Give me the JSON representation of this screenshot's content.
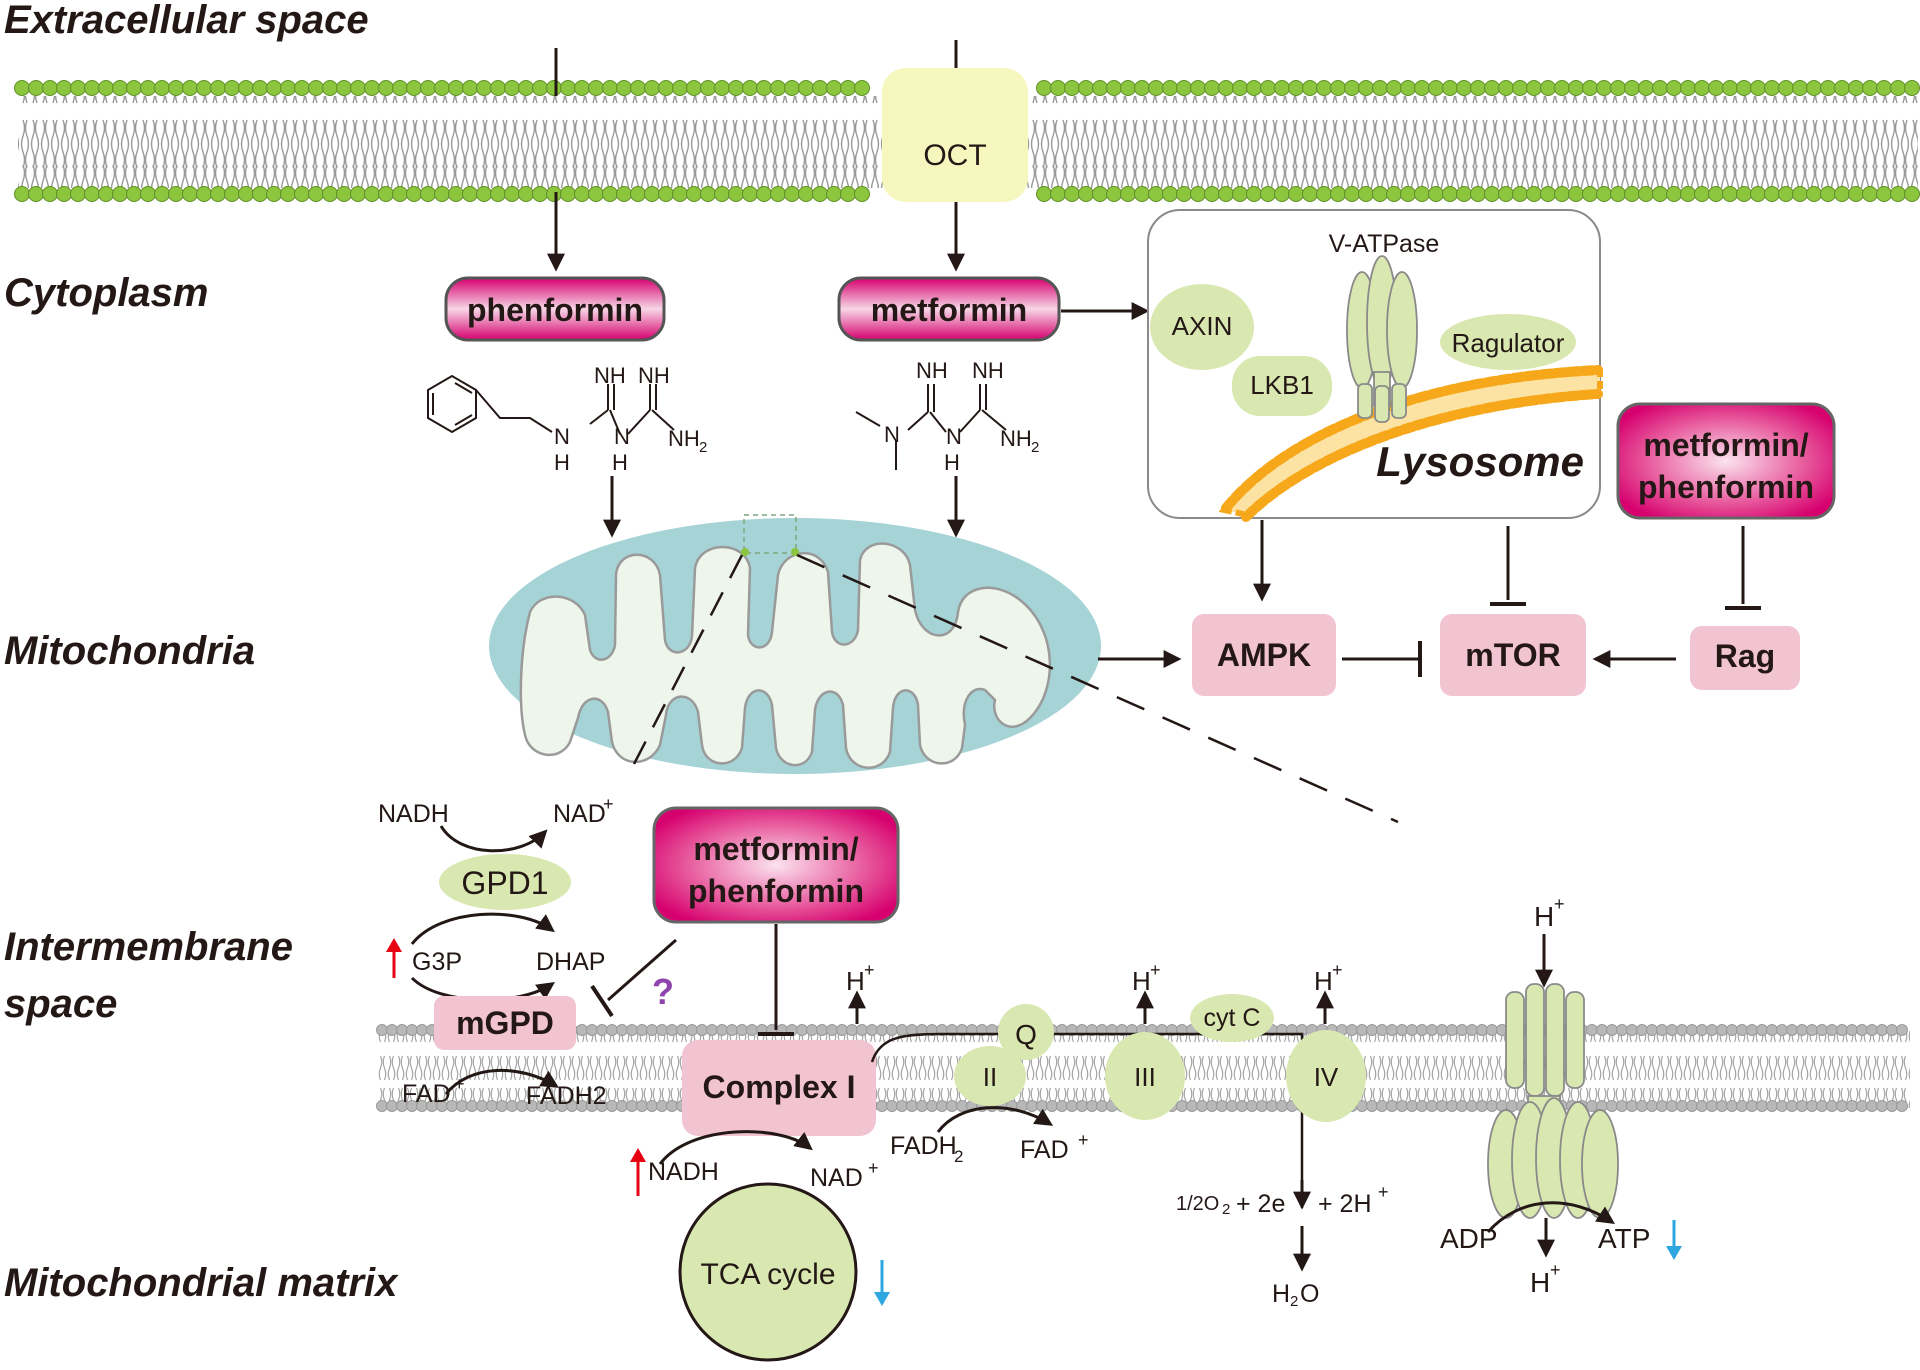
{
  "regions": {
    "extracellular": "Extracellular space",
    "cytoplasm": "Cytoplasm",
    "mitochondria": "Mitochondria",
    "intermembrane_1": "Intermembrane",
    "intermembrane_2": "space",
    "matrix": "Mitochondrial matrix"
  },
  "transporter": "OCT",
  "drugs": {
    "phenformin": "phenformin",
    "metformin": "metformin",
    "combo_1": "metformin/",
    "combo_2": "phenformin"
  },
  "lysosome": {
    "title": "Lysosome",
    "v_atpase": "V-ATPase",
    "axin": "AXIN",
    "lkb1": "LKB1",
    "ragulator": "Ragulator"
  },
  "signaling": {
    "ampk": "AMPK",
    "mtor": "mTOR",
    "rag": "Rag"
  },
  "structures": {
    "nh": "NH",
    "n": "N",
    "h": "H",
    "nh2": "NH",
    "sub2": "2"
  },
  "etc": {
    "nadh": "NADH",
    "nad": "NAD",
    "gpd1": "GPD1",
    "g3p": "G3P",
    "dhap": "DHAP",
    "mgpd": "mGPD",
    "fad_plus": "FAD",
    "fadh2": "FADH2",
    "question": "?",
    "complex1": "Complex I",
    "q": "Q",
    "ii": "II",
    "iii": "III",
    "iv": "IV",
    "cytc": "cyt C",
    "h": "H",
    "plus": "+",
    "fadh": "FADH",
    "fad": "FAD",
    "nadh_matrix": "NADH",
    "nad_matrix": "NAD",
    "tca": "TCA cycle",
    "o2_half": "1/2O",
    "two_e": "+ 2e",
    "minus": "-",
    "two_h": "+ 2H",
    "h2o_h": "H",
    "h2o_o": "O",
    "adp": "ADP",
    "atp": "ATP"
  },
  "colors": {
    "magenta": "#D6006E",
    "pink_box": "#F2C4D2",
    "green_protein": "#D9E7B0",
    "mito_outer": "#A5D3D6",
    "mito_inner": "#EEF5EB",
    "membrane_green": "#8CC63F",
    "lipid_orange": "#F6A81A",
    "oct": "#F6F7BE",
    "up_arrow": "#E60012",
    "down_arrow": "#2EA7E0",
    "question": "#8E44AD"
  }
}
